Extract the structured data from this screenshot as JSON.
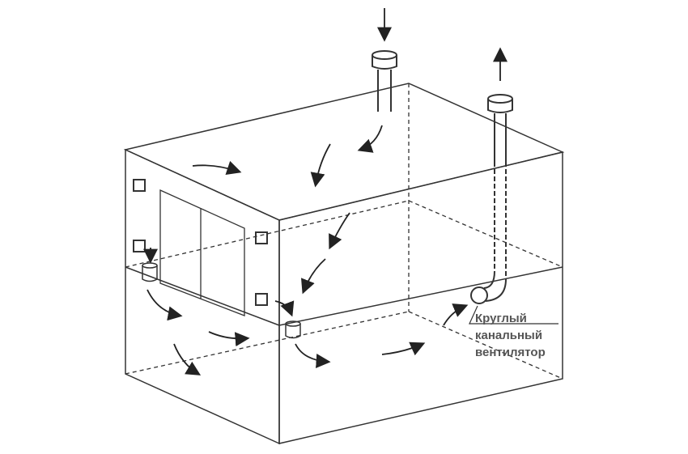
{
  "diagram": {
    "title": "Ventilation scheme",
    "fan_label": [
      "Круглый",
      "канальный",
      "вентилятор"
    ],
    "colors": {
      "stroke": "#222222",
      "text": "#555555"
    }
  }
}
